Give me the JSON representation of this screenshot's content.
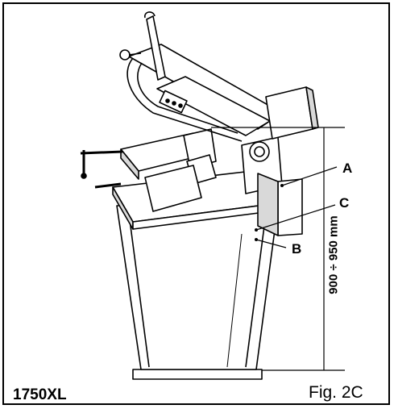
{
  "figure": {
    "model": "1750XL",
    "caption": "Fig. 2C",
    "dimension": "900 ÷ 950 mm",
    "callouts": {
      "a": "A",
      "b": "B",
      "c": "C"
    }
  },
  "colors": {
    "ink": "#000000",
    "paper": "#ffffff",
    "shade": "#d9d9d9"
  }
}
